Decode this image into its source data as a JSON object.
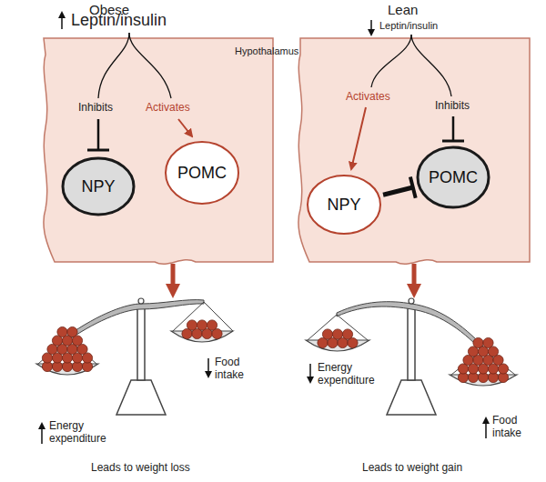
{
  "diagram": {
    "nodes": [
      {
        "text": [
          "NPY"
        ]
      },
      {
        "text": [
          "POMC"
        ]
      },
      {
        "text": [
          "NPY"
        ]
      },
      {
        "text": [
          "POMC"
        ]
      }
    ],
    "edges": [
      {
        "from": 2,
        "to": 3,
        "arrow": "to"
      }
    ],
    "labels": [
      "Obese",
      "Leptin/insulin",
      "Hypothalamus",
      "Lean",
      "Leptin/insulin",
      "Inhibits",
      "Activates",
      "Activates",
      "Inhibits",
      "Energy expenditure",
      "Food intake",
      "Leads to weight loss",
      "Energy expenditure",
      "Food intake",
      "Leads to weight gain"
    ]
  }
}
